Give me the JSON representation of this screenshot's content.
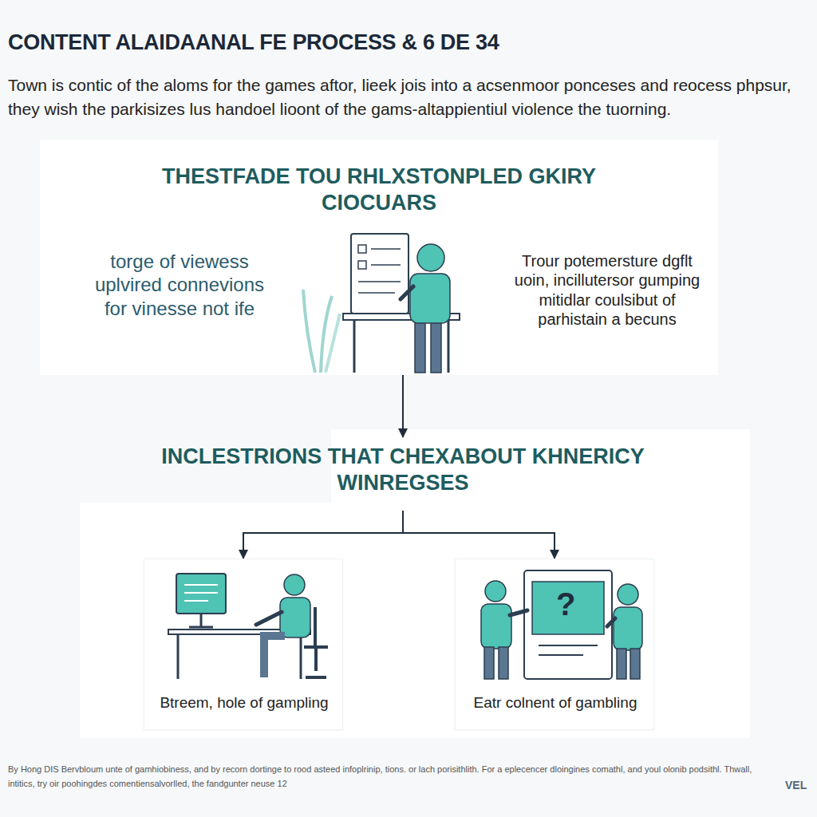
{
  "diagram": {
    "title": "CONTENT ALAIDAANAL FE PROCESS & 6 DE 34",
    "caption": "By Hong DIS Bervbloum unte of gamhiobiness, and by recorn dortinge to rood asteed infoplrinip, tions. or lach porisithlith. For a eplecencer dloingines comathl, and youl olonib podsithl. Thwall, intitics, try oir poohingdes comentiensalvorlled, the fandgunter neuse 12",
    "nodes": [
      {
        "text": [
          "THESTFADE TOU RHLXSTONPLED GKIRY CIOCUARS",
          "torge of viewess uplvired connevions for vinesse not ife",
          "Trour potemersture dgflt uoin, incillutersor gumping mitidlar coulsibut of parhistain a becuns"
        ]
      },
      {
        "text": [
          "INCLESTRIONS THAT CHEXABOUT KHNERICY WINREGSES"
        ]
      },
      {
        "text": [
          "Btreem, hole of gampling"
        ]
      },
      {
        "text": [
          "Eatr colnent of gambling"
        ]
      }
    ],
    "edges": [
      {
        "from": 0,
        "to": 1,
        "arrow": "to"
      },
      {
        "from": 1,
        "to": 2,
        "arrow": "to"
      },
      {
        "from": 1,
        "to": 3,
        "arrow": "to"
      }
    ],
    "labels": [
      "Town is contic of the aloms for the games aftor, lieek jois into a acsenmoor ponceses and reocess phpsur, they wish the parkisizes lus handoel lioont of the gams-altappientiul violence the tuorning.",
      "?",
      "VEL"
    ]
  }
}
